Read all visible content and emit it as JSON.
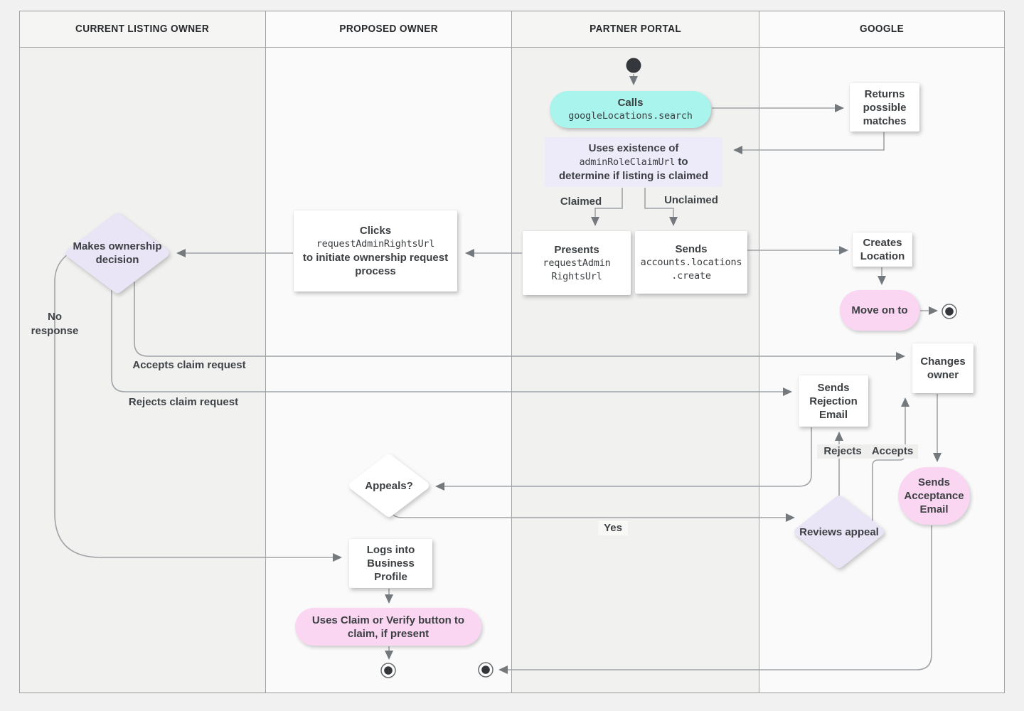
{
  "lanes": [
    {
      "label": "CURRENT LISTING OWNER"
    },
    {
      "label": "PROPOSED OWNER"
    },
    {
      "label": "PARTNER PORTAL"
    },
    {
      "label": "GOOGLE"
    }
  ],
  "nodes": {
    "calls": {
      "title": "Calls",
      "code": "googleLocations.search"
    },
    "returns_matches": {
      "text": "Returns possible matches"
    },
    "uses_existence": {
      "line1": "Uses existence of",
      "code": "adminRoleClaimUrl",
      "line2_suffix": "to",
      "line3": "determine if listing is claimed"
    },
    "presents": {
      "title": "Presents",
      "code_lines": [
        "requestAdmin",
        "RightsUrl"
      ]
    },
    "sends_create": {
      "title": "Sends",
      "code_lines": [
        "accounts.locations",
        ".create"
      ]
    },
    "creates_location": {
      "text": "Creates Location"
    },
    "move_on": {
      "text": "Move on to"
    },
    "clicks": {
      "title": "Clicks",
      "code": "requestAdminRightsUrl",
      "rest": "to initiate ownership request process"
    },
    "makes_decision": {
      "text": "Makes ownership decision"
    },
    "sends_rejection": {
      "text": "Sends Rejection Email"
    },
    "changes_owner": {
      "text": "Changes owner"
    },
    "appeals": {
      "text": "Appeals?"
    },
    "reviews_appeal": {
      "text": "Reviews appeal"
    },
    "sends_acceptance": {
      "text": "Sends Acceptance Email"
    },
    "logs_in": {
      "text": "Logs into Business Profile"
    },
    "uses_claim": {
      "text": "Uses Claim or Verify button to claim, if present"
    }
  },
  "edge_labels": {
    "claimed": "Claimed",
    "unclaimed": "Unclaimed",
    "no_response": "No response",
    "accepts_claim": "Accepts claim request",
    "rejects_claim": "Rejects claim request",
    "rejects": "Rejects",
    "accepts": "Accepts",
    "yes": "Yes"
  },
  "colors": {
    "teal": "#a9f4ec",
    "lavender": "#e9e4f6",
    "lavender-light": "#edeaf9",
    "pink": "#fad6f2",
    "edge": "#a0a4a8",
    "arrow": "#74797e",
    "text": "#3c4043"
  }
}
